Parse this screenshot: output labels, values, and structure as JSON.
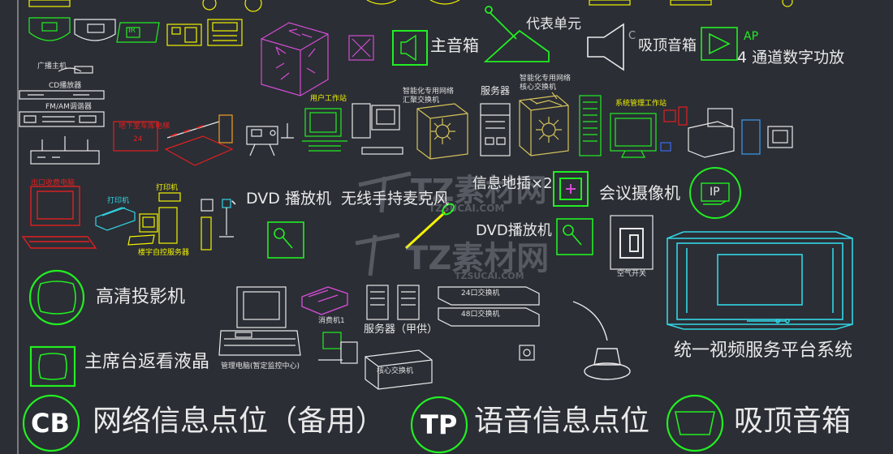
{
  "colors": {
    "background": "#2b2e35",
    "green": "#22ee22",
    "yellow": "#f2f200",
    "cyan": "#33d5e5",
    "magenta": "#d44cd4",
    "red": "#e02020",
    "white": "#e9e9e9"
  },
  "labels": {
    "main_speaker": "主音箱",
    "delegate_unit": "代表单元",
    "ceiling_speaker": "吸顶音箱",
    "c": "C",
    "ap": "AP",
    "amp": "4 通道数字功放",
    "broadcast_host": "广播主机",
    "cd_player": "CD播放器",
    "fm_am_tuner": "FM/AM调谐器",
    "smart_switch": "智能化专用网络\n汇聚交换机",
    "server": "服务器",
    "core_switch": "智能化专用网络\n核心交换机",
    "user_workstation": "用户工作站",
    "system_workstation": "系统管理工作站",
    "garage_panel": "地下室车库电梯",
    "entrance_sign": "出口收费电脑",
    "printer_a": "打印机",
    "printer_b": "打印机",
    "building_server": "楼宇自控服务器",
    "info_socket": "信息地插×2",
    "conference_camera": "会议摄像机",
    "ip": "IP",
    "dvd_player_a": "、DVD 播放机",
    "wireless_mic": "无线手持麦克风",
    "dvd_player_b": "DVD播放机",
    "air_switch": "空气开关",
    "hd_projector": "高清投影机",
    "consumer_machine": "消费机1",
    "server_a": "服务器（甲供）",
    "switch_24": "24口交换机",
    "switch_48": "48口交换机",
    "mgmt_pc": "管理电脑(暂定监控中心)",
    "core_switch2": "核心交换机",
    "chair_lcd": "主席台返看液晶",
    "video_platform": "统一视频服务平台系统",
    "cb": "CB",
    "network_point": "网络信息点位（备用）",
    "tp": "TP",
    "voice_point": "语音信息点位",
    "ceiling_speaker2": "吸顶音箱",
    "card_ir": "IR",
    "display_digits": "24",
    "watermark_main": "TZ素材网",
    "watermark_url": "TZSUCAI.COM"
  }
}
